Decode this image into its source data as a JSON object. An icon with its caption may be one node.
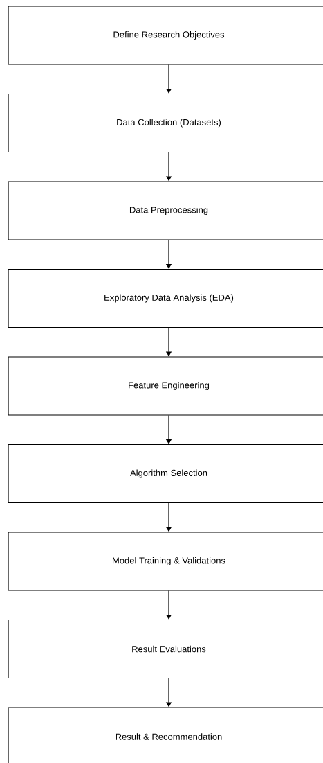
{
  "diagram": {
    "nodes": [
      {
        "text": [
          "Define Research Objectives"
        ]
      },
      {
        "text": [
          "Data Collection (Datasets)"
        ]
      },
      {
        "text": [
          "Data Preprocessing"
        ]
      },
      {
        "text": [
          "Exploratory Data Analysis (EDA)"
        ]
      },
      {
        "text": [
          "Feature Engineering"
        ]
      },
      {
        "text": [
          "Algorithm Selection"
        ]
      },
      {
        "text": [
          "Model Training & Validations"
        ]
      },
      {
        "text": [
          "Result Evaluations"
        ]
      },
      {
        "text": [
          "Result & Recommendation"
        ]
      }
    ],
    "edges": [
      {
        "from": 0,
        "to": 1,
        "arrow": "to"
      },
      {
        "from": 1,
        "to": 2,
        "arrow": "to"
      },
      {
        "from": 2,
        "to": 3,
        "arrow": "to"
      },
      {
        "from": 3,
        "to": 4,
        "arrow": "to"
      },
      {
        "from": 4,
        "to": 5,
        "arrow": "to"
      },
      {
        "from": 5,
        "to": 6,
        "arrow": "to"
      },
      {
        "from": 6,
        "to": 7,
        "arrow": "to"
      },
      {
        "from": 7,
        "to": 8,
        "arrow": "to"
      }
    ]
  }
}
